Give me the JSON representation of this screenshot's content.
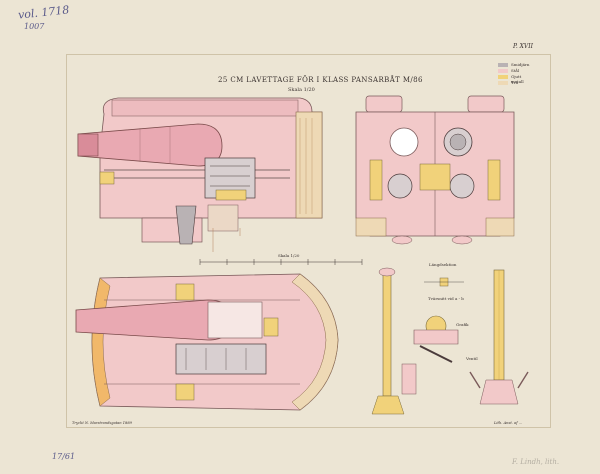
{
  "title": "25 CM LAVETTAGE FÖR I KLASS PANSARBÅT M/86",
  "scale_label": "Skala 1/20",
  "scale_bar_label": "Skala 1/20",
  "plate_number": "P. XVII",
  "top_left_annotation": "vol. 1718",
  "top_left_sub": "1007",
  "bottom_left_annotation": "17/61",
  "bottom_right_annotation": "F. Lindh, lith.",
  "footer_left": "Tryckt N. Marstrandsgatan 1889",
  "footer_right": "Lith. Anst. af ...",
  "legend": [
    {
      "label": "Smidjärn",
      "color": "#b9b2b4"
    },
    {
      "label": "Stål",
      "color": "#f2c9c9"
    },
    {
      "label": "Gjutt metall",
      "color": "#f1d27a"
    },
    {
      "label": "Trä",
      "color": "#eed9b5"
    }
  ],
  "detail_labels": {
    "detail_title": "Längdsektion",
    "detail_a": "Tvärsnitt vid a - b",
    "detail_b": "Grafik",
    "detail_c": "Ventil"
  },
  "colors": {
    "steel": "#f2c9c9",
    "steel_dark": "#d9a3a6",
    "brass": "#f1d27a",
    "wood": "#eed9b5",
    "ink": "#3a3230",
    "paper": "#ece5d4"
  }
}
